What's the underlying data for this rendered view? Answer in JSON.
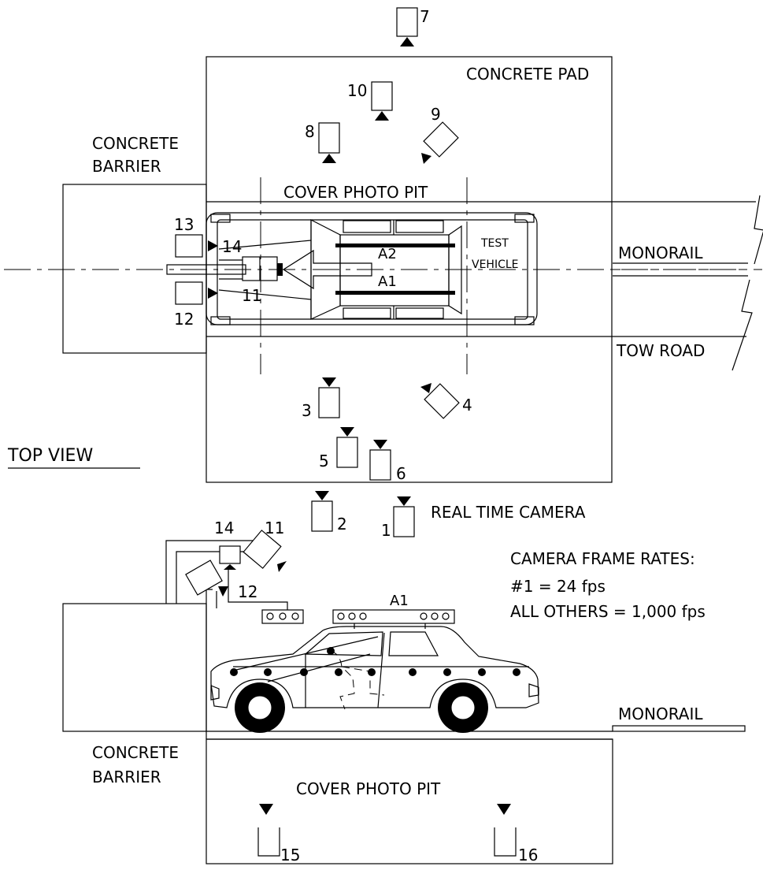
{
  "top_view": {
    "view_title": "TOP VIEW",
    "concrete_pad": "CONCRETE PAD",
    "concrete_barrier_line1": "CONCRETE",
    "concrete_barrier_line2": "BARRIER",
    "cover_photo_pit": "COVER PHOTO PIT",
    "monorail": "MONORAIL",
    "tow_road": "TOW ROAD",
    "test_vehicle_line1": "TEST",
    "test_vehicle_line2": "VEHICLE",
    "array_a1": "A1",
    "array_a2": "A2",
    "cameras": {
      "c1": "1",
      "c2": "2",
      "c3": "3",
      "c4": "4",
      "c5": "5",
      "c6": "6",
      "c7": "7",
      "c8": "8",
      "c9": "9",
      "c10": "10",
      "c11": "11",
      "c12": "12",
      "c13": "13",
      "c14": "14"
    },
    "real_time_camera": "REAL TIME CAMERA"
  },
  "frame_rates": {
    "heading": "CAMERA FRAME RATES:",
    "line1": "#1 = 24 fps",
    "line2": "ALL OTHERS = 1,000 fps"
  },
  "side_view": {
    "concrete_barrier_line1": "CONCRETE",
    "concrete_barrier_line2": "BARRIER",
    "monorail": "MONORAIL",
    "cover_photo_pit": "COVER PHOTO PIT",
    "array_a1": "A1",
    "cameras": {
      "c11": "11",
      "c12": "12",
      "c14": "14",
      "c15": "15",
      "c16": "16"
    }
  }
}
